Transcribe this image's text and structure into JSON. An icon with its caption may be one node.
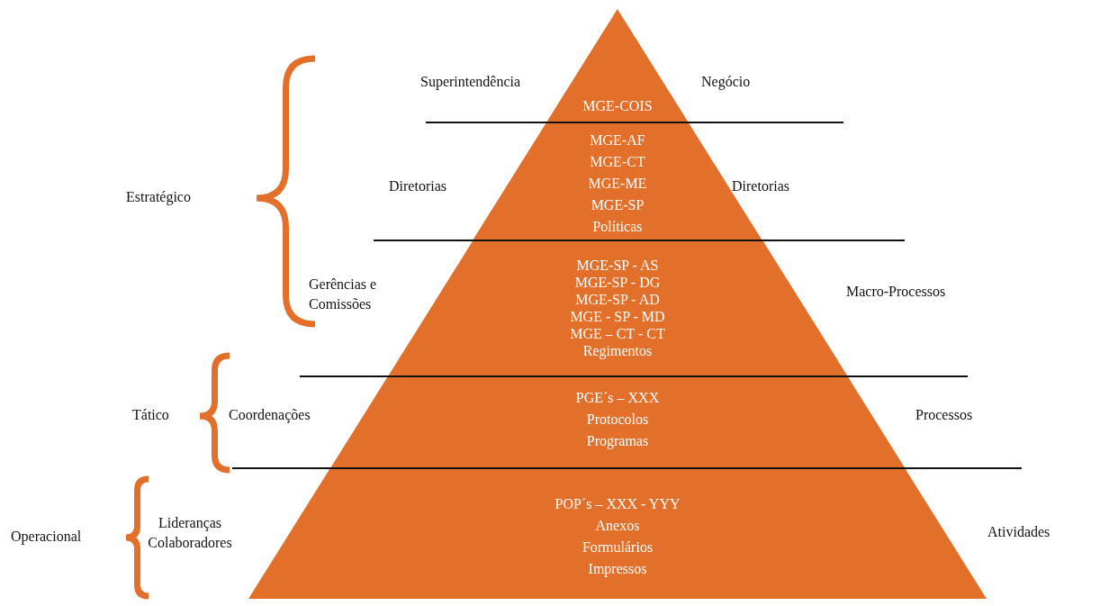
{
  "diagram": {
    "nodes": [
      {
        "text": [
          "MGE-COIS"
        ]
      },
      {
        "text": [
          "MGE-AF",
          "MGE-CT",
          "MGE-ME",
          "MGE-SP",
          "Políticas"
        ]
      },
      {
        "text": [
          "MGE-SP - AS",
          "MGE-SP - DG",
          "MGE-SP - AD",
          "MGE - SP - MD",
          "MGE – CT - CT",
          "Regimentos"
        ]
      },
      {
        "text": [
          "PGE´s – XXX",
          "Protocolos",
          "Programas"
        ]
      },
      {
        "text": [
          "POP´s – XXX - YYY",
          "Anexos",
          "Formulários",
          "Impressos"
        ]
      }
    ],
    "edges": [],
    "labels": [
      "Superintendência",
      "Negócio",
      "Estratégico",
      "Diretorias",
      "Diretorias",
      "Gerências e Comissões",
      "Macro-Processos",
      "Tático",
      "Coordenações",
      "Processos",
      "Operacional",
      "Lideranças Colaboradores",
      "Atividades"
    ]
  }
}
